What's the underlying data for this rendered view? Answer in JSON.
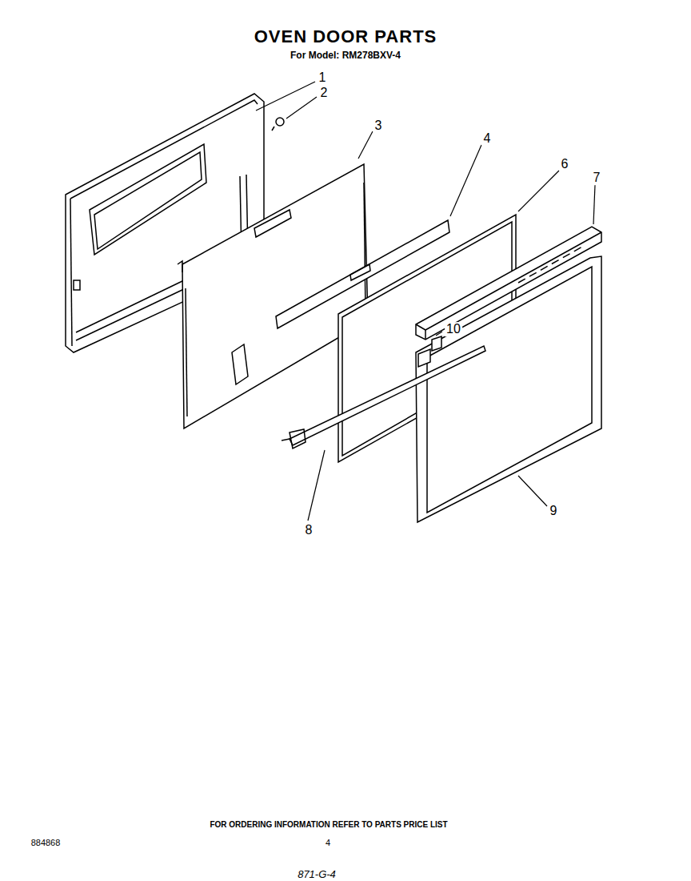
{
  "diagram": {
    "title": "OVEN DOOR PARTS",
    "labels": [
      "For Model: RM278BXV-4",
      "1",
      "2",
      "3",
      "4",
      "6",
      "7",
      "10",
      "8",
      "9",
      "FOR ORDERING INFORMATION REFER TO PARTS PRICE LIST",
      "884868",
      "4",
      "871-G-4"
    ]
  }
}
